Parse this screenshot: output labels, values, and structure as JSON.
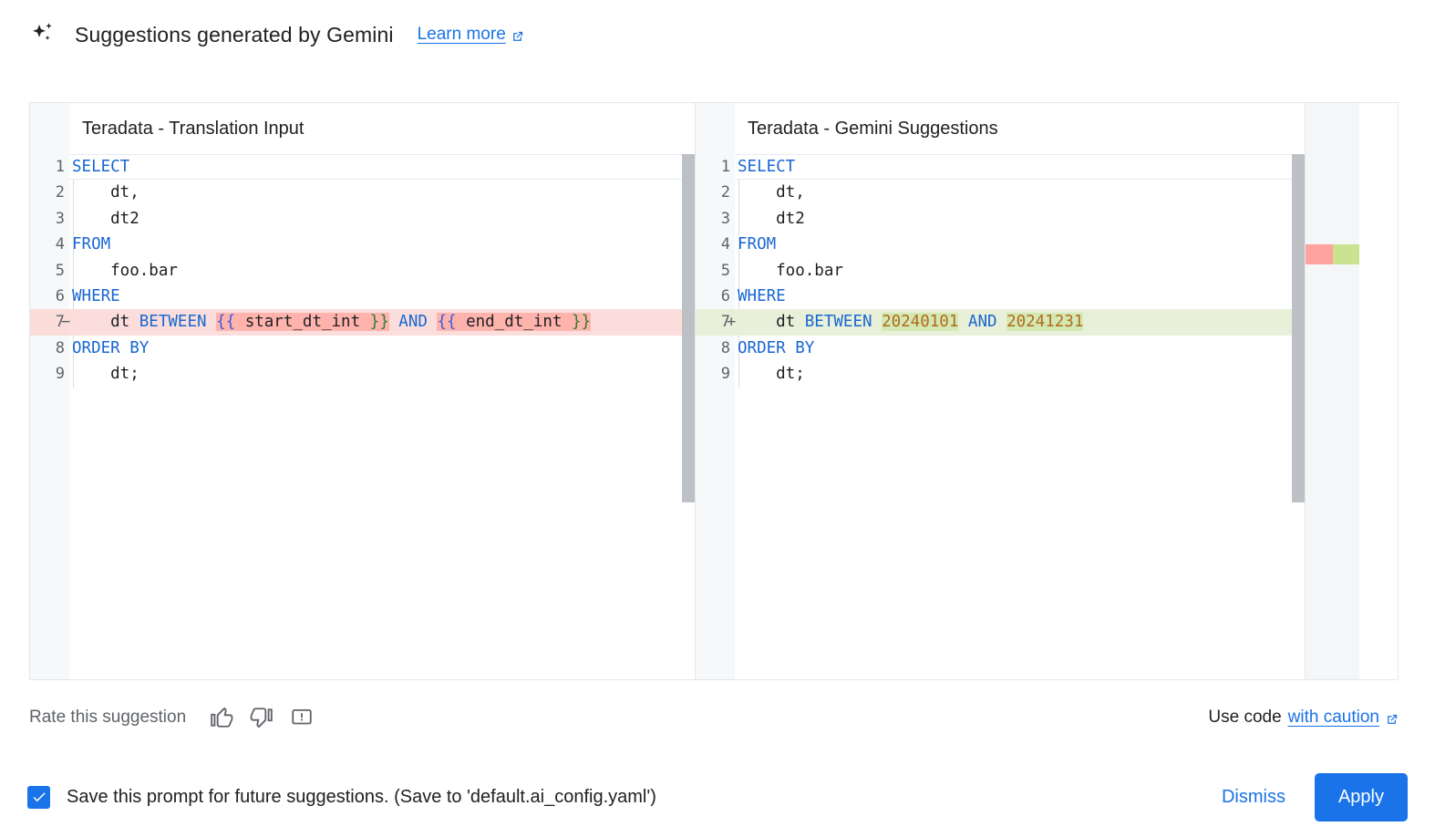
{
  "header": {
    "icon": "sparkle-icon",
    "title": "Suggestions generated by Gemini",
    "learn_more": "Learn more",
    "learn_more_icon": "external-link-icon"
  },
  "diff": {
    "left": {
      "title": "Teradata - Translation Input",
      "lines": [
        {
          "n": "1",
          "sign": "",
          "type": "active",
          "tokens": [
            {
              "t": "SELECT",
              "c": "kw"
            }
          ]
        },
        {
          "n": "2",
          "sign": "",
          "type": "plain",
          "tokens": [
            {
              "t": "    dt,",
              "c": ""
            }
          ]
        },
        {
          "n": "3",
          "sign": "",
          "type": "plain",
          "tokens": [
            {
              "t": "    dt2",
              "c": ""
            }
          ]
        },
        {
          "n": "4",
          "sign": "",
          "type": "plain",
          "tokens": [
            {
              "t": "FROM",
              "c": "kw"
            }
          ]
        },
        {
          "n": "5",
          "sign": "",
          "type": "plain",
          "tokens": [
            {
              "t": "    foo.bar",
              "c": ""
            }
          ]
        },
        {
          "n": "6",
          "sign": "",
          "type": "plain",
          "tokens": [
            {
              "t": "WHERE",
              "c": "kw"
            }
          ]
        },
        {
          "n": "7",
          "sign": "−",
          "type": "del",
          "tokens": [
            {
              "t": "    dt ",
              "c": ""
            },
            {
              "t": "BETWEEN",
              "c": "kw"
            },
            {
              "t": " ",
              "c": ""
            },
            {
              "t": "{{",
              "c": "brc-b hl-del"
            },
            {
              "t": " start_dt_int ",
              "c": "hl-del"
            },
            {
              "t": "}}",
              "c": "brc-g hl-del"
            },
            {
              "t": " ",
              "c": ""
            },
            {
              "t": "AND",
              "c": "kw"
            },
            {
              "t": " ",
              "c": ""
            },
            {
              "t": "{{",
              "c": "brc-b hl-del"
            },
            {
              "t": " end_dt_int ",
              "c": "hl-del"
            },
            {
              "t": "}}",
              "c": "brc-g hl-del"
            }
          ]
        },
        {
          "n": "8",
          "sign": "",
          "type": "plain",
          "tokens": [
            {
              "t": "ORDER BY",
              "c": "kw"
            }
          ]
        },
        {
          "n": "9",
          "sign": "",
          "type": "plain",
          "tokens": [
            {
              "t": "    dt;",
              "c": ""
            }
          ]
        }
      ]
    },
    "right": {
      "title": "Teradata - Gemini Suggestions",
      "lines": [
        {
          "n": "1",
          "sign": "",
          "type": "active",
          "tokens": [
            {
              "t": "SELECT",
              "c": "kw"
            }
          ]
        },
        {
          "n": "2",
          "sign": "",
          "type": "plain",
          "tokens": [
            {
              "t": "    dt,",
              "c": ""
            }
          ]
        },
        {
          "n": "3",
          "sign": "",
          "type": "plain",
          "tokens": [
            {
              "t": "    dt2",
              "c": ""
            }
          ]
        },
        {
          "n": "4",
          "sign": "",
          "type": "plain",
          "tokens": [
            {
              "t": "FROM",
              "c": "kw"
            }
          ]
        },
        {
          "n": "5",
          "sign": "",
          "type": "plain",
          "tokens": [
            {
              "t": "    foo.bar",
              "c": ""
            }
          ]
        },
        {
          "n": "6",
          "sign": "",
          "type": "plain",
          "tokens": [
            {
              "t": "WHERE",
              "c": "kw"
            }
          ]
        },
        {
          "n": "7",
          "sign": "+",
          "type": "add",
          "tokens": [
            {
              "t": "    dt ",
              "c": ""
            },
            {
              "t": "BETWEEN",
              "c": "kw"
            },
            {
              "t": " ",
              "c": ""
            },
            {
              "t": "20240101",
              "c": "num hl-add"
            },
            {
              "t": " ",
              "c": ""
            },
            {
              "t": "AND",
              "c": "kw"
            },
            {
              "t": " ",
              "c": ""
            },
            {
              "t": "20241231",
              "c": "num hl-add"
            }
          ]
        },
        {
          "n": "8",
          "sign": "",
          "type": "plain",
          "tokens": [
            {
              "t": "ORDER BY",
              "c": "kw"
            }
          ]
        },
        {
          "n": "9",
          "sign": "",
          "type": "plain",
          "tokens": [
            {
              "t": "    dt;",
              "c": ""
            }
          ]
        }
      ]
    },
    "overview_markers": [
      {
        "kind": "removed",
        "color": "#ffa3a0"
      },
      {
        "kind": "added",
        "color": "#cbe391"
      }
    ]
  },
  "rate_bar": {
    "label": "Rate this suggestion",
    "thumb_up_icon": "thumb-up-icon",
    "thumb_down_icon": "thumb-down-icon",
    "report_icon": "report-feedback-icon",
    "use_code_prefix": "Use code",
    "use_code_link": "with caution",
    "use_code_icon": "external-link-icon"
  },
  "footer": {
    "checkbox_checked": true,
    "checkbox_label": "Save this prompt for future suggestions. (Save to 'default.ai_config.yaml')",
    "dismiss_label": "Dismiss",
    "apply_label": "Apply"
  },
  "colors": {
    "accent": "#1a73e8",
    "diff_removed_bg": "#fbdedc",
    "diff_removed_word": "#ffb3ad",
    "diff_added_bg": "#e9f0da",
    "diff_added_word": "#d4e8b4",
    "keyword": "#1967d2",
    "number": "#b26a1b"
  }
}
